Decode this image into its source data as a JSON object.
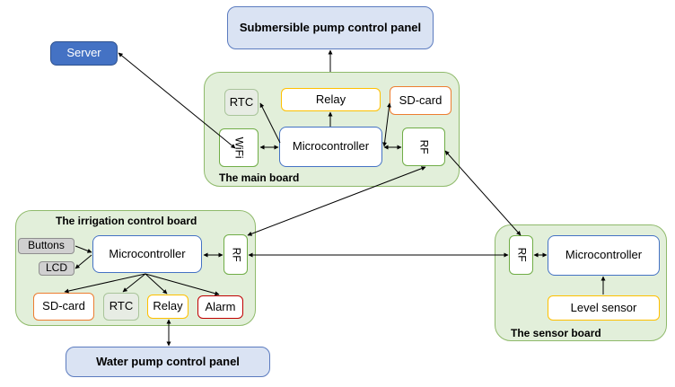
{
  "top_panel": "Submersible pump control panel",
  "server": "Server",
  "main_board": {
    "title": "The main board",
    "rtc": "RTC",
    "relay": "Relay",
    "sdcard": "SD-card",
    "wifi": "WiFi",
    "microcontroller": "Microcontroller",
    "rf": "RF"
  },
  "irrigation_board": {
    "title": "The irrigation control board",
    "buttons": "Buttons",
    "lcd": "LCD",
    "microcontroller": "Microcontroller",
    "rf": "RF",
    "sdcard": "SD-card",
    "rtc": "RTC",
    "relay": "Relay",
    "alarm": "Alarm"
  },
  "sensor_board": {
    "title": "The sensor board",
    "rf": "RF",
    "microcontroller": "Microcontroller",
    "level_sensor": "Level sensor"
  },
  "bottom_panel": "Water pump control panel",
  "colors": {
    "board_fill": "#e2efda",
    "board_border": "#8fba6b",
    "panel_fill": "#dae3f3",
    "server_fill": "#4472c4",
    "relay_border": "#ffc000",
    "sdcard_border": "#ed7d31",
    "alarm_border": "#c00000"
  }
}
